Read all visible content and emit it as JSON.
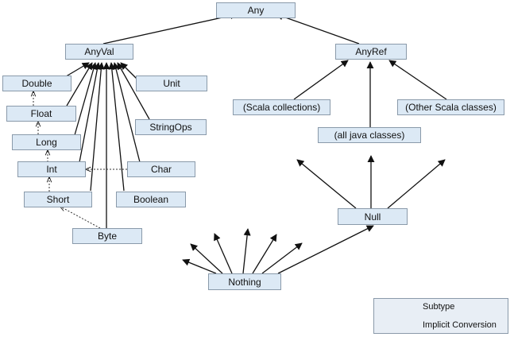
{
  "nodes": {
    "any": "Any",
    "anyval": "AnyVal",
    "anyref": "AnyRef",
    "double": "Double",
    "unit": "Unit",
    "float": "Float",
    "long": "Long",
    "int": "Int",
    "short": "Short",
    "byte": "Byte",
    "char": "Char",
    "boolean": "Boolean",
    "stringops": "StringOps",
    "scala_collections": "(Scala collections)",
    "java_classes": "(all java classes)",
    "other_scala": "(Other Scala classes)",
    "null": "Null",
    "nothing": "Nothing"
  },
  "legend": {
    "subtype": "Subtype",
    "implicit": "Implicit Conversion"
  }
}
